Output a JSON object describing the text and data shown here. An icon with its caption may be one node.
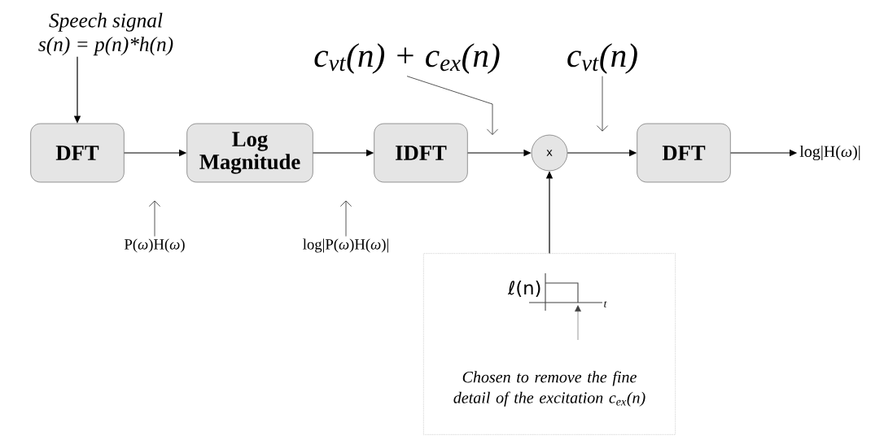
{
  "diagram": {
    "nodes": [
      {
        "text": [
          "Speech signal",
          "s(n) = p(n)*h(n)"
        ]
      },
      {
        "text": [
          "DFT"
        ]
      },
      {
        "text": [
          "Log Magnitude"
        ]
      },
      {
        "text": [
          "IDFT"
        ]
      },
      {
        "text": [
          "x"
        ]
      },
      {
        "text": [
          "DFT"
        ]
      },
      {
        "text": [
          "log|H(*ω*)|"
        ]
      },
      {
        "text": [
          "P(*ω*)H(*ω*)"
        ]
      },
      {
        "text": [
          "log|P(*ω*)H(*ω*)|"
        ]
      },
      {
        "text": [
          "c$_{vt}$(n) + c$_{ex}$(n)"
        ]
      },
      {
        "text": [
          "c$_{vt}$(n)"
        ]
      },
      {
        "text": [
          "ℓ(n)",
          "t",
          "Chosen to remove the fine detail of the excitation c$_{ex}$(n)"
        ]
      }
    ],
    "edges": [
      {
        "from": 0,
        "to": 1,
        "arrow": "to"
      },
      {
        "from": 1,
        "to": 2,
        "arrow": "to"
      },
      {
        "from": 2,
        "to": 3,
        "arrow": "to"
      },
      {
        "from": 3,
        "to": 4,
        "arrow": "to"
      },
      {
        "from": 4,
        "to": 5,
        "arrow": "to"
      },
      {
        "from": 5,
        "to": 6,
        "arrow": "to"
      },
      {
        "from": 11,
        "to": 4,
        "arrow": "to"
      },
      {
        "from": 7,
        "to": null,
        "arrow": "to"
      },
      {
        "from": 8,
        "to": null,
        "arrow": "to"
      },
      {
        "from": 9,
        "to": null,
        "arrow": "to"
      },
      {
        "from": 10,
        "to": null,
        "arrow": "to"
      }
    ]
  }
}
